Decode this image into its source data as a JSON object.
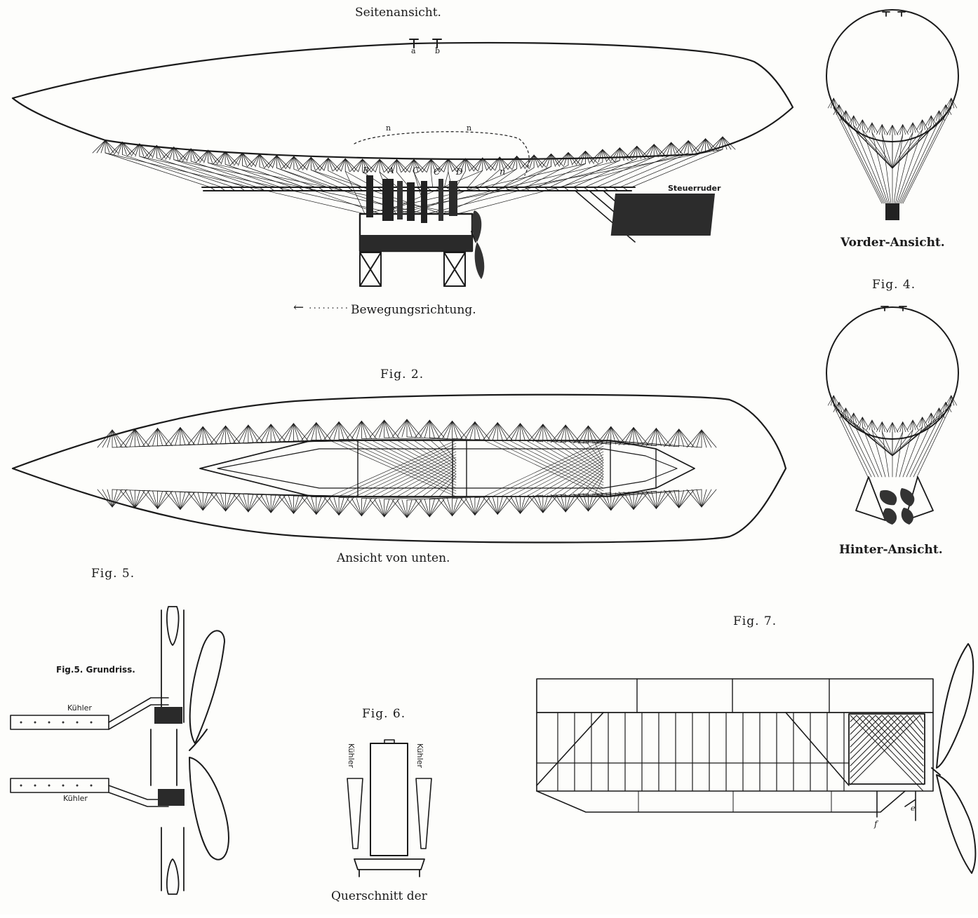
{
  "figures": {
    "side_view": {
      "caption": "Seitenansicht.",
      "steering_label": "Steuerruder",
      "letters": [
        "a",
        "b",
        "n",
        "n",
        "B",
        "A",
        "C",
        "C",
        "D",
        "n"
      ],
      "direction_arrow": "←",
      "direction_label": "Bewegungsrichtung."
    },
    "fig2": {
      "number": "Fig. 2.",
      "caption": "Ansicht von unten."
    },
    "front": {
      "caption": "Vorder-Ansicht."
    },
    "fig4": {
      "number": "Fig. 4.",
      "caption": "Hinter-Ansicht."
    },
    "fig5": {
      "number": "Fig. 5.",
      "title": "Fig.5. Grundriss.",
      "cooler_top": "Kühler",
      "cooler_bottom": "Kühler"
    },
    "fig6": {
      "number": "Fig. 6.",
      "cooler_left": "Kühler",
      "cooler_right": "Kühler",
      "caption": "Querschnitt der"
    },
    "fig7": {
      "number": "Fig. 7.",
      "letters": [
        "f",
        "e"
      ]
    }
  },
  "colors": {
    "ink": "#1b1b1b",
    "paper": "#fdfdfb"
  }
}
